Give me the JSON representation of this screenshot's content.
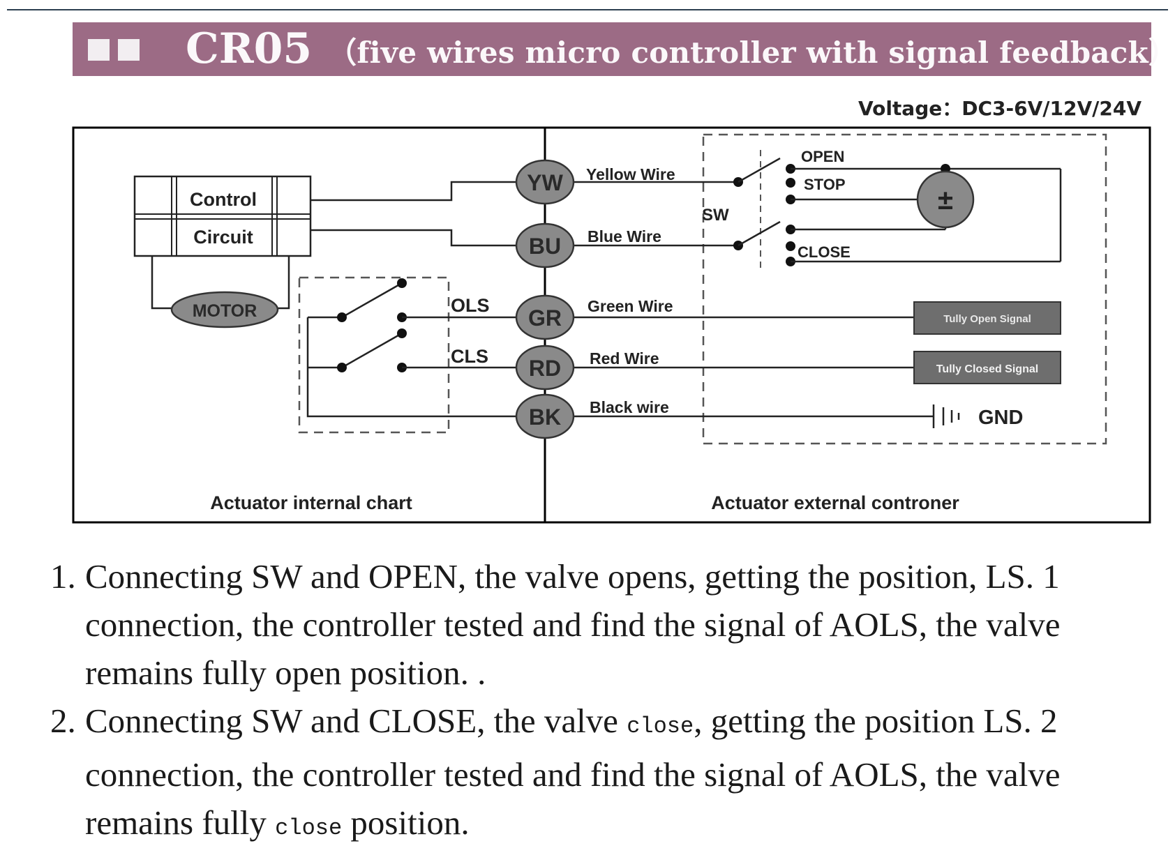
{
  "header": {
    "model": "CR05",
    "subtitle": "（five wires micro controller with signal feedback）",
    "accent_color": "#9c6b85"
  },
  "voltage": "Voltage：DC3-6V/12V/24V",
  "diagram": {
    "control_line1": "Control",
    "control_line2": "Circuit",
    "motor": "MOTOR",
    "ols": "OLS",
    "cls": "CLS",
    "sw": "SW",
    "open": "OPEN",
    "stop": "STOP",
    "close": "CLOSE",
    "power_symbol": "±",
    "fully_open_signal": "Tully Open Signal",
    "fully_closed_signal": "Tully Closed Signal",
    "gnd": "GND",
    "internal_caption": "Actuator internal chart",
    "external_caption": "Actuator external controner",
    "wires": [
      {
        "code": "YW",
        "label": "Yellow Wire"
      },
      {
        "code": "BU",
        "label": "Blue Wire"
      },
      {
        "code": "GR",
        "label": "Green Wire"
      },
      {
        "code": "RD",
        "label": "Red Wire"
      },
      {
        "code": "BK",
        "label": "Black wire"
      }
    ]
  },
  "notes": [
    {
      "num": "1.",
      "text_a": "Connecting SW and OPEN, the valve opens, getting the position, LS. 1 connection, the controller tested and find the signal of AOLS, the valve remains fully open position. ."
    },
    {
      "num": "2.",
      "text_a": "Connecting SW and CLOSE, the valve ",
      "mono_a": "close",
      "text_b": ", getting the position LS. 2 connection, the controller tested and find the signal of AOLS, the valve remains fully ",
      "mono_b": "close",
      "text_c": " position."
    }
  ]
}
